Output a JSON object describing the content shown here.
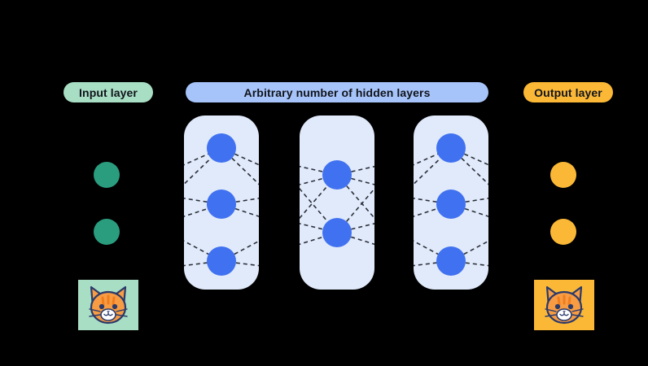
{
  "diagram": {
    "title": "Neural network architecture diagram",
    "background_color": "#000000"
  },
  "labels": {
    "input": "Input layer",
    "hidden": "Arbitrary number of hidden layers",
    "output": "Output layer"
  },
  "colors": {
    "input_pill": "#A8DEC4",
    "hidden_pill": "#A7C4FA",
    "output_pill": "#FBB836",
    "panel": "#E0EAFB",
    "hidden_node": "#4071F0",
    "input_node": "#2A9D7F",
    "output_node": "#FBB836",
    "connection_line": "#2B2F38",
    "cat_fur": "#F79C42",
    "cat_outline": "#2B3A6B",
    "cat_muzzle": "#FFFFFF"
  },
  "input_layer": {
    "node_count": 2,
    "node_color": "#2A9D7F",
    "image": {
      "name": "cat-face",
      "background": "#A8DEC4"
    }
  },
  "hidden_layers": [
    {
      "index": 1,
      "node_count": 3,
      "node_color": "#4071F0"
    },
    {
      "index": 2,
      "node_count": 2,
      "node_color": "#4071F0"
    },
    {
      "index": 3,
      "node_count": 3,
      "node_color": "#4071F0"
    }
  ],
  "output_layer": {
    "node_count": 2,
    "node_color": "#FBB836",
    "image": {
      "name": "cat-face",
      "background": "#FBB836"
    }
  },
  "icons": {
    "cat": "cat-face-icon",
    "node": "neuron-node-icon"
  }
}
